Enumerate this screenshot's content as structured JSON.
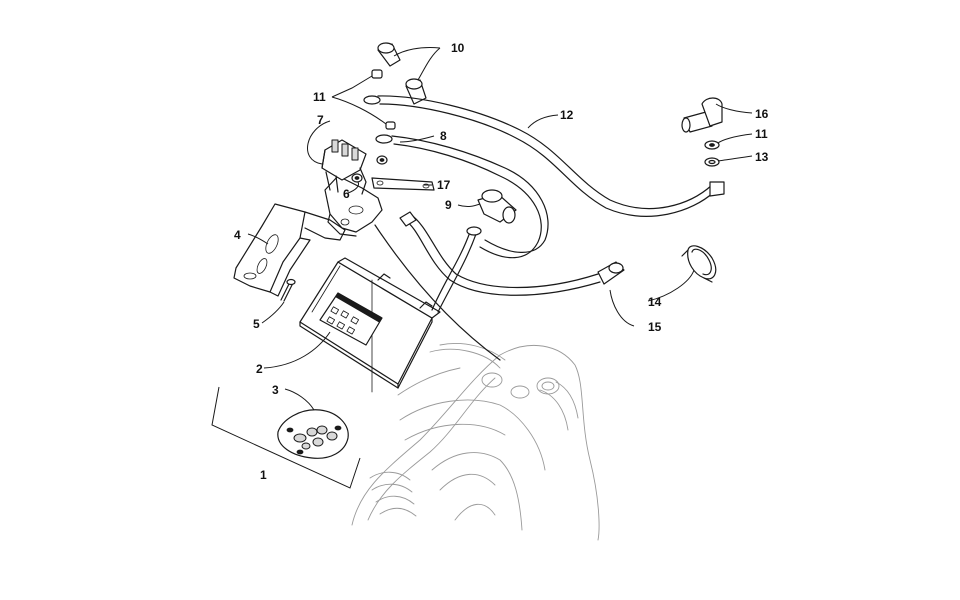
{
  "diagram": {
    "callouts": [
      {
        "id": "1",
        "label": "1"
      },
      {
        "id": "2",
        "label": "2"
      },
      {
        "id": "3",
        "label": "3"
      },
      {
        "id": "4",
        "label": "4"
      },
      {
        "id": "5",
        "label": "5"
      },
      {
        "id": "6",
        "label": "6"
      },
      {
        "id": "7",
        "label": "7"
      },
      {
        "id": "8",
        "label": "8"
      },
      {
        "id": "9",
        "label": "9"
      },
      {
        "id": "10",
        "label": "10"
      },
      {
        "id": "11a",
        "label": "11"
      },
      {
        "id": "11b",
        "label": "11"
      },
      {
        "id": "12",
        "label": "12"
      },
      {
        "id": "13",
        "label": "13"
      },
      {
        "id": "14",
        "label": "14"
      },
      {
        "id": "15",
        "label": "15"
      },
      {
        "id": "16",
        "label": "16"
      },
      {
        "id": "17",
        "label": "17"
      }
    ],
    "colors": {
      "line": "#1a1a1a",
      "ghost": "#9a9a9a",
      "background": "#ffffff"
    }
  }
}
